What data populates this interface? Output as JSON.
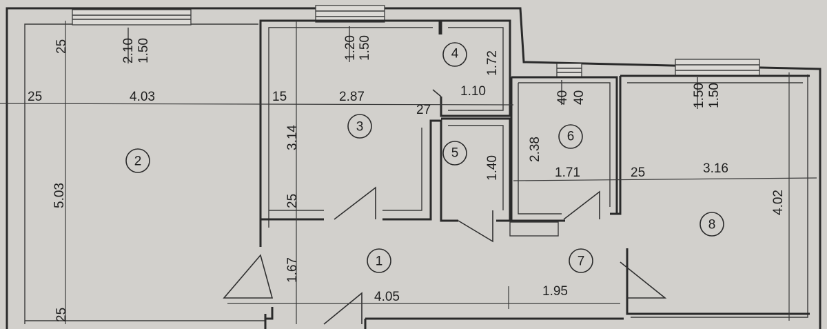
{
  "rooms": [
    {
      "id": "1"
    },
    {
      "id": "2"
    },
    {
      "id": "3"
    },
    {
      "id": "4"
    },
    {
      "id": "5"
    },
    {
      "id": "6"
    },
    {
      "id": "7"
    },
    {
      "id": "8"
    }
  ],
  "dimensions": {
    "r2_top_offset": "25",
    "r2_window_width": "2.10",
    "r2_window_height": "1.50",
    "r2_left_offset": "25",
    "r2_width": "4.03",
    "r2_length": "5.03",
    "r2_bottom_offset": "25",
    "r3_window_width": "1.20",
    "r3_window_height": "1.50",
    "r3_left_offset": "15",
    "r3_width": "2.87",
    "r3_length": "3.14",
    "r3_bottom_offset": "25",
    "r4_length": "1.72",
    "r4_width": "1.10",
    "wall_27": "27",
    "r5_length": "1.40",
    "r6_window_width": "40",
    "r6_window_height": "40",
    "r6_length": "2.38",
    "r6_width": "1.71",
    "r8_window_width": "1.50",
    "r8_window_height": "1.50",
    "r8_left_offset": "25",
    "r8_width": "3.16",
    "r8_length": "4.02",
    "r1_depth": "1.67",
    "r1_width": "4.05",
    "r7_width": "1.95"
  }
}
